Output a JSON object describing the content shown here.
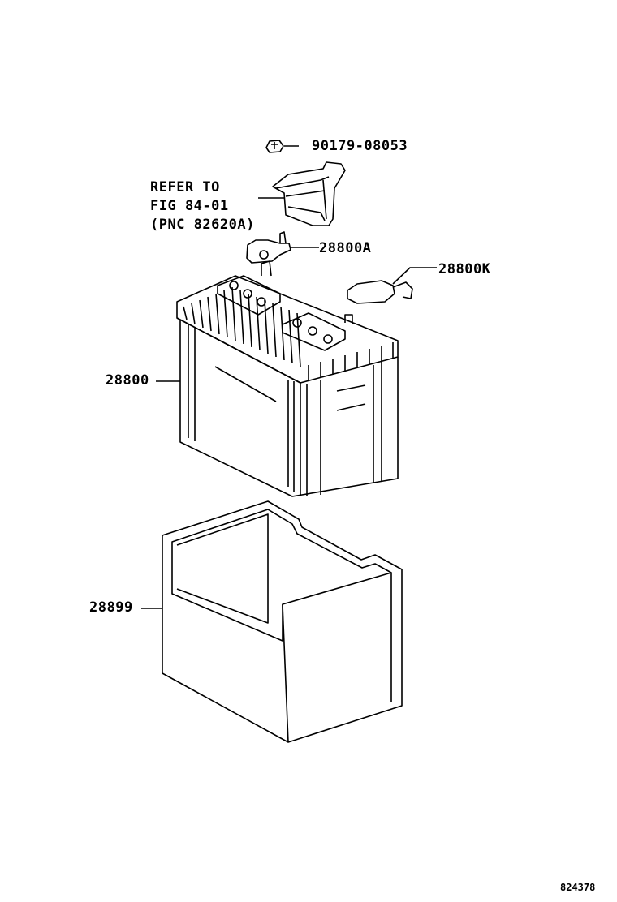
{
  "labels": {
    "nut": "90179-08053",
    "refer_line1": "REFER TO",
    "refer_line2": "FIG 84-01",
    "refer_line3": "(PNC 82620A)",
    "clamp": "28800A",
    "cover": "28800K",
    "battery": "28800",
    "tray": "28899"
  },
  "footer": {
    "code": "824378"
  }
}
